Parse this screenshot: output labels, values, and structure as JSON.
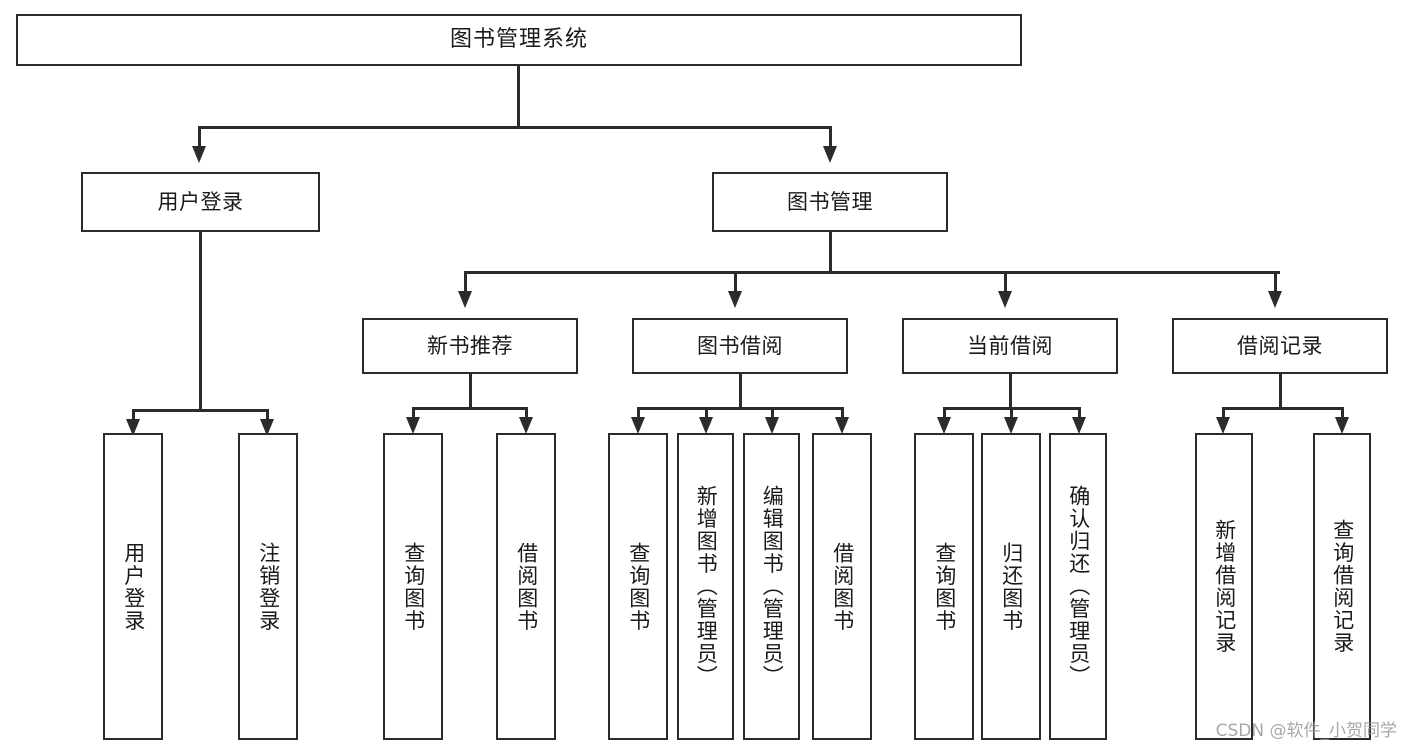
{
  "diagram": {
    "type": "tree",
    "title": "图书管理系统",
    "root": {
      "label": "图书管理系统"
    },
    "level1": [
      {
        "label": "用户登录"
      },
      {
        "label": "图书管理"
      }
    ],
    "level2": [
      {
        "label": "新书推荐"
      },
      {
        "label": "图书借阅"
      },
      {
        "label": "当前借阅"
      },
      {
        "label": "借阅记录"
      }
    ],
    "leaves": {
      "user_login": [
        {
          "label": "用户登录"
        },
        {
          "label": "注销登录"
        }
      ],
      "new_book_recommend": [
        {
          "label": "查询图书"
        },
        {
          "label": "借阅图书"
        }
      ],
      "book_borrow": [
        {
          "label": "查询图书"
        },
        {
          "label": "新增图书（管理员）"
        },
        {
          "label": "编辑图书（管理员）"
        },
        {
          "label": "借阅图书"
        }
      ],
      "current_borrow": [
        {
          "label": "查询图书"
        },
        {
          "label": "归还图书"
        },
        {
          "label": "确认归还（管理员）"
        }
      ],
      "borrow_record": [
        {
          "label": "新增借阅记录"
        },
        {
          "label": "查询借阅记录"
        }
      ]
    }
  },
  "watermark": {
    "text": "CSDN @软件_小贺同学"
  },
  "colors": {
    "stroke": "#2b2b2b",
    "background": "#ffffff",
    "text": "#1a1a1a",
    "watermark": "#9a9a9a"
  }
}
